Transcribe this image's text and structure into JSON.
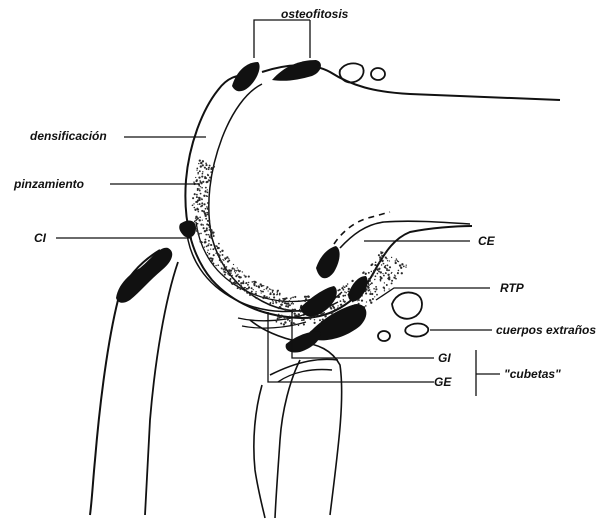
{
  "diagram": {
    "colors": {
      "ink": "#111111",
      "background": "#ffffff",
      "stipple": "#2a2a2a"
    },
    "labels": {
      "osteofitosis": "osteofitosis",
      "densificacion": "densificación",
      "pinzamiento": "pinzamiento",
      "ci": "CI",
      "ce": "CE",
      "rtp": "RTP",
      "cuerpos_extranos": "cuerpos extraños",
      "gi": "GI",
      "ge": "GE",
      "cubetas": "\"cubetas\""
    }
  }
}
